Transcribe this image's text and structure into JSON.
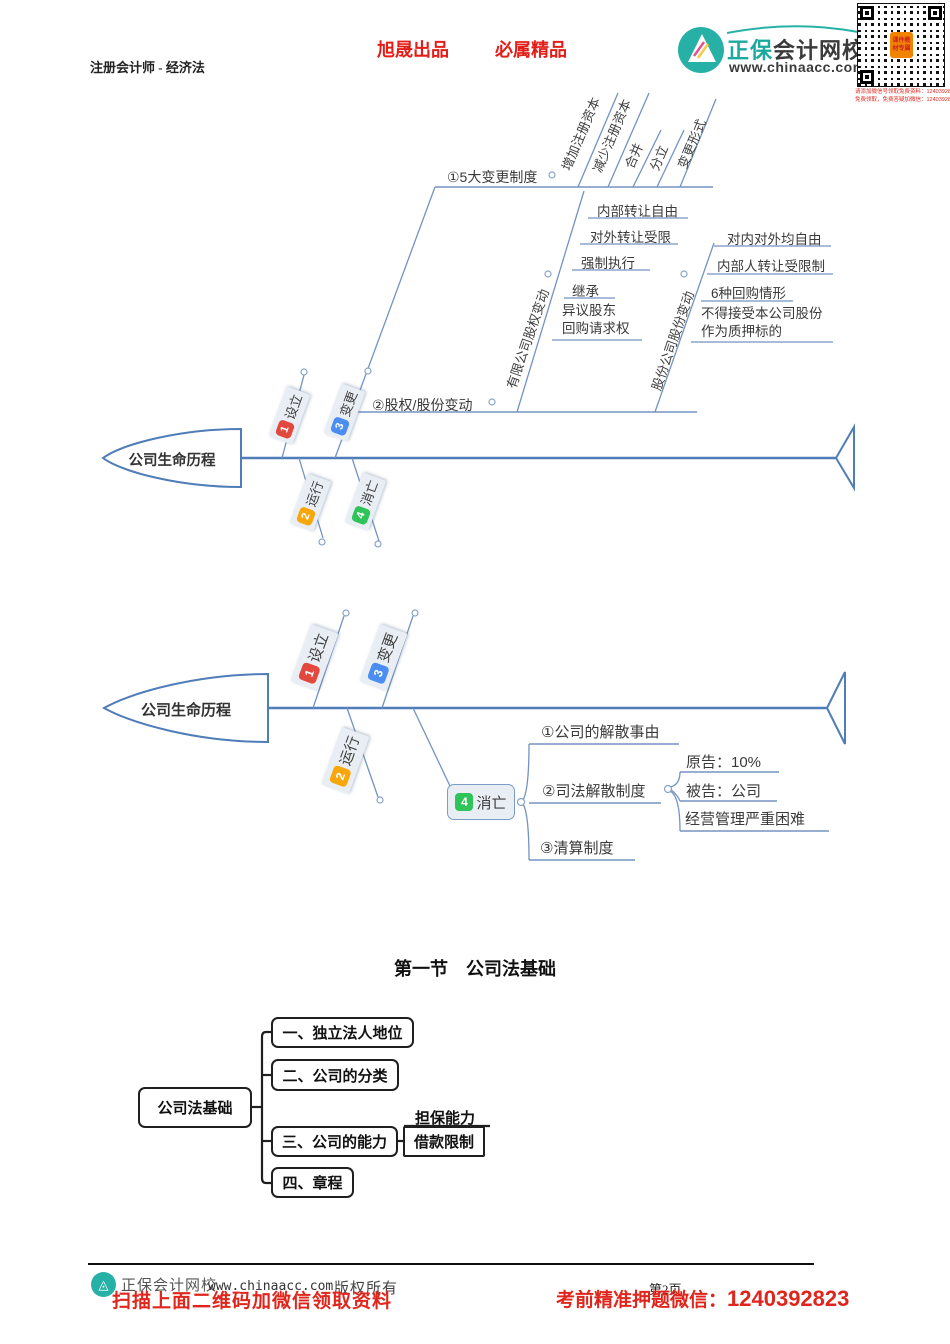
{
  "colors": {
    "line_blue": "#7293c2",
    "spine_blue": "#4f7db8",
    "label_bg": "#e9eef5",
    "badge_red": "#e2483d",
    "badge_blue": "#4b8df2",
    "badge_orange": "#f7a70a",
    "badge_green": "#2ec45a",
    "brand_teal": "#1ba99f",
    "accent_red": "#e31e18",
    "diagram3_black": "#1f1f1f",
    "qr_center_orange": "#f08300"
  },
  "header": {
    "course": "注册会计师 - 经济法",
    "slogan_left": "旭晟出品",
    "slogan_right": "必属精品",
    "brand_primary": "正保",
    "brand_secondary": "会计网校",
    "brand_url": "www.chinaacc.com",
    "qr_center": "课件教材专属",
    "qr_caption1": "请添加微信号领取免费资料：1240392823",
    "qr_caption2": "免费领取，免费答疑加微信：1240392823"
  },
  "diagram1": {
    "head": "公司生命历程",
    "bones": [
      {
        "num": "1",
        "label": "设立"
      },
      {
        "num": "3",
        "label": "变更"
      },
      {
        "num": "2",
        "label": "运行"
      },
      {
        "num": "4",
        "label": "消亡"
      }
    ],
    "branch1": {
      "title": "①5大变更制度",
      "items": [
        "增加注册资本",
        "减少注册资本",
        "合并",
        "分立",
        "变更形式"
      ]
    },
    "branch2": {
      "title": "②股权/股份变动",
      "left": {
        "label": "有限公司股权变动",
        "items": [
          [
            "内部转让自由"
          ],
          [
            "对外转让受限"
          ],
          [
            "强制执行"
          ],
          [
            "继承"
          ],
          [
            "异议股东",
            "回购请求权"
          ]
        ]
      },
      "right": {
        "label": "股份公司股份变动",
        "items": [
          [
            "对内对外均自由"
          ],
          [
            "内部人转让受限制"
          ],
          [
            "6种回购情形"
          ],
          [
            "不得接受本公司股份",
            "作为质押标的"
          ]
        ]
      }
    }
  },
  "diagram2": {
    "head": "公司生命历程",
    "bones": [
      {
        "num": "1",
        "label": "设立"
      },
      {
        "num": "3",
        "label": "变更"
      },
      {
        "num": "2",
        "label": "运行"
      }
    ],
    "end_node": {
      "num": "4",
      "label": "消亡"
    },
    "items": [
      "①公司的解散事由",
      "②司法解散制度",
      "③清算制度"
    ],
    "sub_items": [
      "原告：10%",
      "被告：公司",
      "经营管理严重困难"
    ]
  },
  "section": {
    "title": "第一节　公司法基础"
  },
  "diagram3": {
    "root": "公司法基础",
    "branches": [
      "一、独立法人地位",
      "二、公司的分类",
      "三、公司的能力",
      "四、章程"
    ],
    "capacity_top": "担保能力",
    "capacity_box": "借款限制"
  },
  "footer": {
    "brand": "正保会计网校",
    "url": "www.chinaacc.com",
    "copyright": "版权所有",
    "page": "第2页",
    "scan_text": "扫描上面二维码加微信领取资料",
    "promo_label": "考前精准押题微信：",
    "promo_number": "1240392823"
  }
}
